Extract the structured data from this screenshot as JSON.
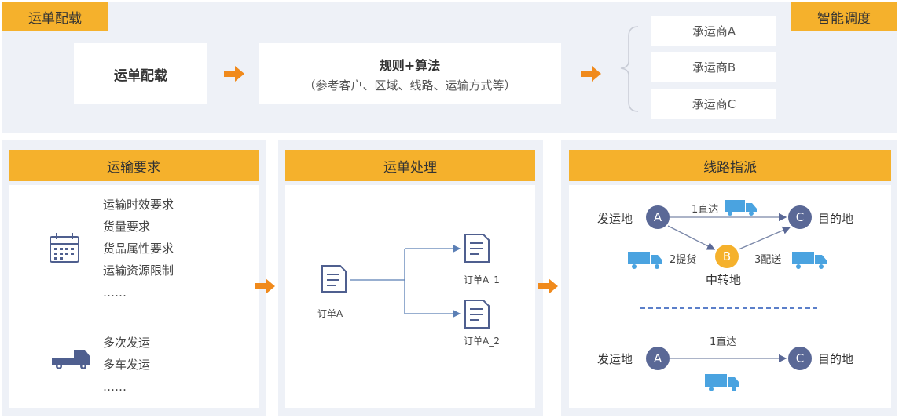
{
  "top": {
    "tag_left": "运单配载",
    "tag_right": "智能调度",
    "box1": "运单配载",
    "box2_title": "规则+算法",
    "box2_sub": "（参考客户、区域、线路、运输方式等）",
    "carriers": [
      "承运商A",
      "承运商B",
      "承运商C"
    ]
  },
  "col1": {
    "title": "运输要求",
    "group1": [
      "运输时效要求",
      "货量要求",
      "货品属性要求",
      "运输资源限制",
      "……"
    ],
    "group2": [
      "多次发运",
      "多车发运",
      "……"
    ]
  },
  "col2": {
    "title": "运单处理",
    "order": "订单A",
    "order1": "订单A_1",
    "order2": "订单A_2"
  },
  "col3": {
    "title": "线路指派",
    "origin": "发运地",
    "dest": "目的地",
    "transfer": "中转地",
    "node_a": "A",
    "node_b": "B",
    "node_c": "C",
    "direct": "1直达",
    "pickup": "2提货",
    "delivery": "3配送",
    "origin2": "发运地",
    "dest2": "目的地",
    "direct2": "1直达"
  },
  "colors": {
    "accent": "#f5b12c",
    "arrow": "#f08a1c",
    "node": "#5a6896",
    "node_b": "#f5b12c",
    "truck": "#4aa3e0"
  }
}
